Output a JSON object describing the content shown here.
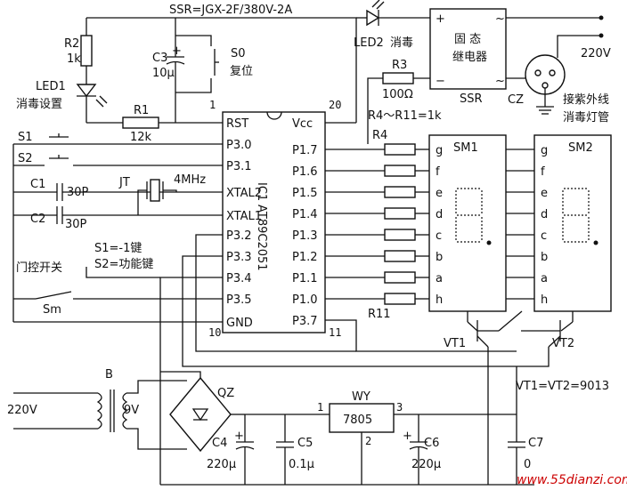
{
  "top_note": "SSR=JGX-2F/380V-2A",
  "left": {
    "r2_name": "R2",
    "r2_val": "1k",
    "led1_name": "LED1",
    "led1_desc": "消毒设置",
    "c3_name": "C3",
    "c3_plus": "+",
    "c3_val": "10μ",
    "s0_name": "S0",
    "s0_desc": "复位",
    "r1_name": "R1",
    "r1_val": "12k",
    "s1_name": "S1",
    "s2_name": "S2",
    "c1_name": "C1",
    "c1_val": "30P",
    "c2_name": "C2",
    "c2_val": "30P",
    "jt_name": "JT",
    "jt_val": "4MHz",
    "legend1": "S1=-1键",
    "legend2": "S2=功能键",
    "door_switch": "门控开关",
    "sm_name": "Sm"
  },
  "ic": {
    "name1": "IC1",
    "name2": "AT89C2051",
    "pin1": "1",
    "pin20": "20",
    "pin10": "10",
    "pin11": "11",
    "left_pins": [
      "RST",
      "P3.0",
      "P3.1",
      "XTAL2",
      "XTAL1",
      "P3.2",
      "P3.3",
      "P3.4",
      "P3.5",
      "GND"
    ],
    "right_pins": [
      "Vcc",
      "P1.7",
      "P1.6",
      "P1.5",
      "P1.4",
      "P1.3",
      "P1.2",
      "P1.1",
      "P1.0",
      "P3.7"
    ]
  },
  "upper_right": {
    "led2_name": "LED2",
    "led2_desc": "消毒",
    "r3_name": "R3",
    "r3_val": "100Ω",
    "ssr_line1": "固 态",
    "ssr_line2": "继电器",
    "ssr_name": "SSR",
    "ssr_plus": "+",
    "ssr_minus": "−",
    "ssr_tilde": "~",
    "voltage": "220V",
    "cz_name": "CZ",
    "lamp_desc1": "接紫外线",
    "lamp_desc2": "消毒灯管"
  },
  "resistors": {
    "note": "R4～R11=1k",
    "first": "R4",
    "last": "R11"
  },
  "displays": {
    "sm1": "SM1",
    "sm2": "SM2",
    "segments": [
      "g",
      "f",
      "e",
      "d",
      "c",
      "b",
      "a",
      "h"
    ]
  },
  "transistors": {
    "vt1": "VT1",
    "vt2": "VT2",
    "note": "VT1=VT2=9013"
  },
  "power": {
    "transformer": "B",
    "ac_in": "220V",
    "secondary": "9V",
    "bridge": "QZ",
    "reg_name": "WY",
    "reg_part": "7805",
    "reg_pin1": "1",
    "reg_pin2": "2",
    "reg_pin3": "3",
    "c4_name": "C4",
    "c4_val": "220μ",
    "c4_plus": "+",
    "c5_name": "C5",
    "c5_val": "0.1μ",
    "c6_name": "C6",
    "c6_val": "220μ",
    "c6_plus": "+",
    "c7_name": "C7",
    "c7_val": "0"
  },
  "watermark": "www.55dianzi.com"
}
